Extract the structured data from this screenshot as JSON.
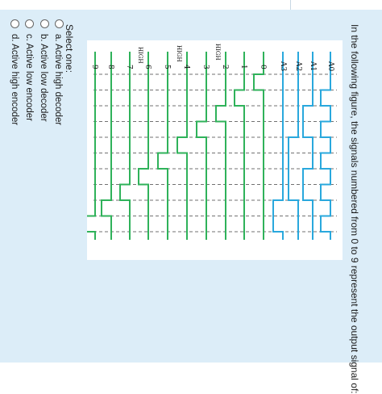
{
  "question": {
    "text": "In the following figure, the signals numbered from 0 to 9 represent the output signal of:"
  },
  "answer": {
    "prompt": "Select one:",
    "options": [
      {
        "letter": "a.",
        "text": "Active high decoder"
      },
      {
        "letter": "b.",
        "text": "Active low decoder"
      },
      {
        "letter": "c.",
        "text": "Active low encoder"
      },
      {
        "letter": "d.",
        "text": "Active high encoder"
      }
    ]
  },
  "figure": {
    "input_signals": [
      "A0",
      "A1",
      "A2",
      "A3"
    ],
    "output_signals": [
      "0",
      "1",
      "2",
      "3",
      "4",
      "5",
      "6",
      "7",
      "8",
      "9"
    ],
    "high_marker": "HIGH",
    "colors": {
      "input": "#29a8dd",
      "output": "#2fb25a",
      "dashes": "#444444"
    }
  }
}
